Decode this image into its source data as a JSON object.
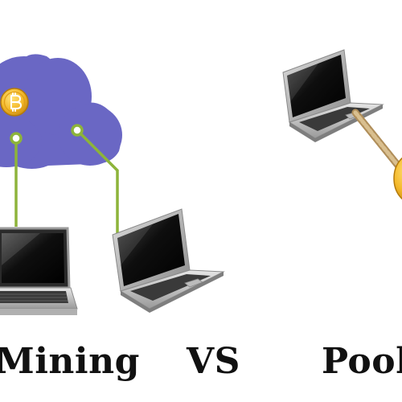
{
  "captions": {
    "left": "Mining",
    "vs": "VS",
    "right": "Pool"
  },
  "icons": {
    "cloud": "cloud-icon",
    "coin": "bitcoin-coin-icon",
    "laptop": "laptop-icon"
  },
  "colors": {
    "cloud": "#6a67c4",
    "link": "#8db43a",
    "coin": "#f4b92a",
    "rope": "#c8a878",
    "background": "#ffffff"
  }
}
